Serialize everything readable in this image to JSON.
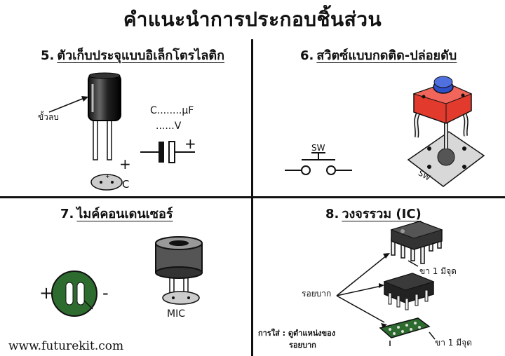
{
  "title": "คำแนะนำการประกอบชิ้นส่วน",
  "sections": {
    "capacitor": {
      "number": "5.",
      "heading": "ตัวเก็บประจุแบบอิเล็กโตรไลติก",
      "negative_label": "ขั้วลบ",
      "cap_value": "C........μF",
      "volt_value": "......V",
      "plus": "+",
      "pad_label": "C"
    },
    "switch": {
      "number": "6.",
      "heading": "สวิตซ์แบบกดติด-ปล่อยดับ",
      "symbol_label": "SW",
      "pcb_label": "SW"
    },
    "microphone": {
      "number": "7.",
      "heading": "ไมค์คอนเดนเซอร์",
      "plus": "+",
      "minus": "-",
      "label": "MIC"
    },
    "ic": {
      "number": "8.",
      "heading": "วงจรรวม (IC)",
      "pin1_top": "ขา 1 มีจุด",
      "notch": "รอยบาก",
      "install_line1": "การใส่ : ดูตำแหน่งของ",
      "install_line2": "รอยบาก",
      "pin1_bottom": "ขา 1 มีจุด"
    }
  },
  "footer": "www.futurekit.com",
  "colors": {
    "switch_body": "#e23b2e",
    "switch_button": "#2f4fc8",
    "pcb_green": "#2e6b2e",
    "capacitor_body": "#222222"
  }
}
